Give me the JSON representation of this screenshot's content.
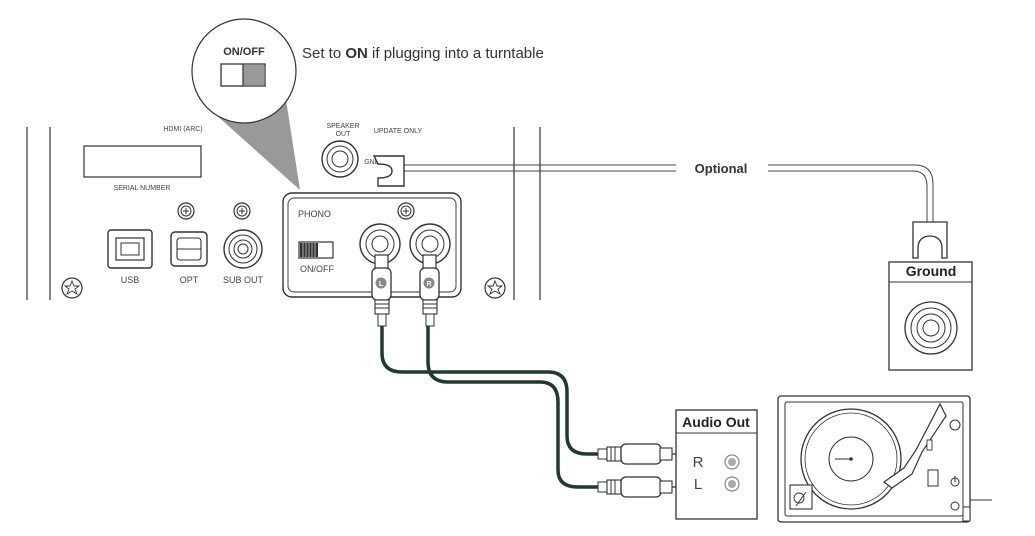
{
  "callout": {
    "switch_label": "ON/OFF",
    "instruction_prefix": "Set to ",
    "instruction_emphasis": "ON",
    "instruction_suffix": " if plugging into a turntable"
  },
  "panel": {
    "hdmi_label": "HDMI (ARC)",
    "serial_label": "SERIAL NUMBER",
    "usb_label": "USB",
    "opt_label": "OPT",
    "sub_out_label": "SUB OUT",
    "speaker_out_line1": "SPEAKER",
    "speaker_out_line2": "OUT",
    "update_only_label": "UPDATE ONLY",
    "gnd_label": "GND",
    "phono_label": "PHONO",
    "phono_switch_label": "ON/OFF",
    "plug_left": "L",
    "plug_right": "R"
  },
  "ground_wire": {
    "label": "Optional"
  },
  "ground_device": {
    "title": "Ground"
  },
  "audio_out": {
    "title": "Audio Out",
    "right_label": "R",
    "left_label": "L"
  }
}
